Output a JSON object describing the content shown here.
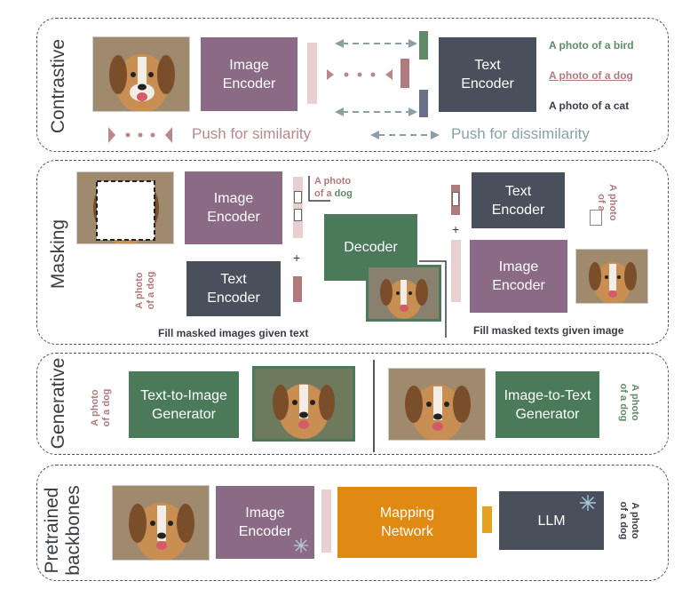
{
  "panels": {
    "contrastive": {
      "label": "Contrastive",
      "image_encoder": "Image\nEncoder",
      "text_encoder": "Text\nEncoder",
      "captions": [
        "A photo of a bird",
        "A photo of a dog",
        "A photo of a cat"
      ],
      "legend_similarity": "Push for similarity",
      "legend_dissimilarity": "Push for dissimilarity"
    },
    "masking": {
      "label": "Masking",
      "image_encoder": "Image\nEncoder",
      "text_encoder": "Text\nEncoder",
      "decoder": "Decoder",
      "image_encoder_2": "Image\nEncoder",
      "text_encoder_2": "Text\nEncoder",
      "caption_top_line1": "A photo",
      "caption_top_line2_a": "of a",
      "caption_top_line2_b": "dog",
      "left_vertical_caption_1": "A photo",
      "left_vertical_caption_2": "of a dog",
      "right_vertical_caption_1": "A photo",
      "right_vertical_caption_2": "of a",
      "plus": "+",
      "plus2": "+",
      "caption_left": "Fill masked images given text",
      "caption_right": "Fill masked texts given image"
    },
    "generative": {
      "label": "Generative",
      "t2i": "Text-to-Image\nGenerator",
      "i2t": "Image-to-Text\nGenerator",
      "left_caption_1": "A photo",
      "left_caption_2": "of a dog",
      "right_caption_1": "A photo",
      "right_caption_2": "of a dog"
    },
    "backbones": {
      "label_line1": "Pretrained",
      "label_line2": "backbones",
      "image_encoder": "Image\nEncoder",
      "mapping": "Mapping\nNetwork",
      "llm": "LLM",
      "caption_1": "A photo",
      "caption_2": "of a dog"
    }
  },
  "colors": {
    "purple": "#8a6a85",
    "slate": "#4a4f5c",
    "green": "#4a7a5a",
    "orange": "#e08a14",
    "pink": "#e8cfd0",
    "mauve_text": "#b8888a",
    "gray_blue_text": "#8aa0a6"
  },
  "icons": [
    "dog-photo",
    "snowflake-icon",
    "similarity-arrow-icon",
    "dissimilarity-arrow-icon"
  ]
}
